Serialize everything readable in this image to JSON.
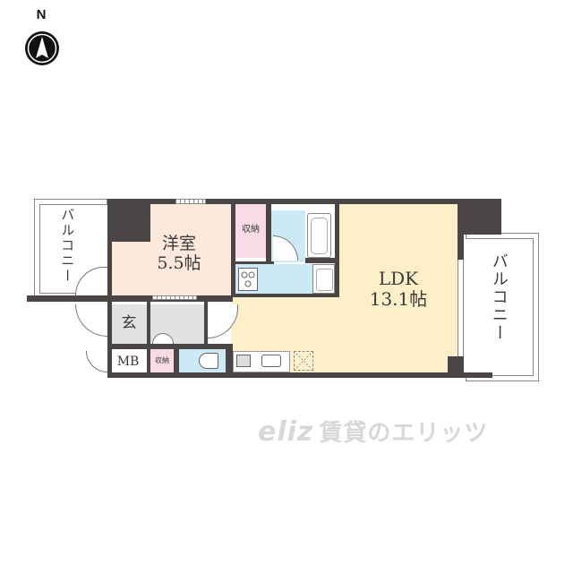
{
  "compass": {
    "label": "N",
    "icon": "north-arrow-icon"
  },
  "floorplan": {
    "rooms": [
      {
        "id": "western-room",
        "name": "洋室",
        "size": "5.5帖",
        "color": "#fde9dc"
      },
      {
        "id": "ldk",
        "name": "LDK",
        "size": "13.1帖",
        "color": "#fdf0c8"
      },
      {
        "id": "storage-bedroom",
        "name": "収納",
        "color": "#f9dbe8"
      },
      {
        "id": "storage-entry",
        "name": "収納",
        "color": "#f9dbe8"
      },
      {
        "id": "entrance",
        "name": "玄",
        "color": "#e2e2e2"
      },
      {
        "id": "meter-box",
        "name": "MB",
        "color": "#ffffff"
      },
      {
        "id": "balcony-left",
        "name": "バルコニー",
        "color": "#ffffff"
      },
      {
        "id": "balcony-right",
        "name": "バルコニー",
        "color": "#ffffff"
      },
      {
        "id": "bathroom",
        "color": "#cde9f6"
      },
      {
        "id": "washroom",
        "color": "#cde9f6"
      },
      {
        "id": "toilet",
        "color": "#cde9f6"
      },
      {
        "id": "kitchen",
        "color": "#ffffff"
      }
    ],
    "wall_color": "#4a4646",
    "text_color": "#3a3a3a"
  },
  "watermark": {
    "mark": "eliz",
    "text": "賃貸のエリッツ",
    "color": "#d8d8d8"
  }
}
